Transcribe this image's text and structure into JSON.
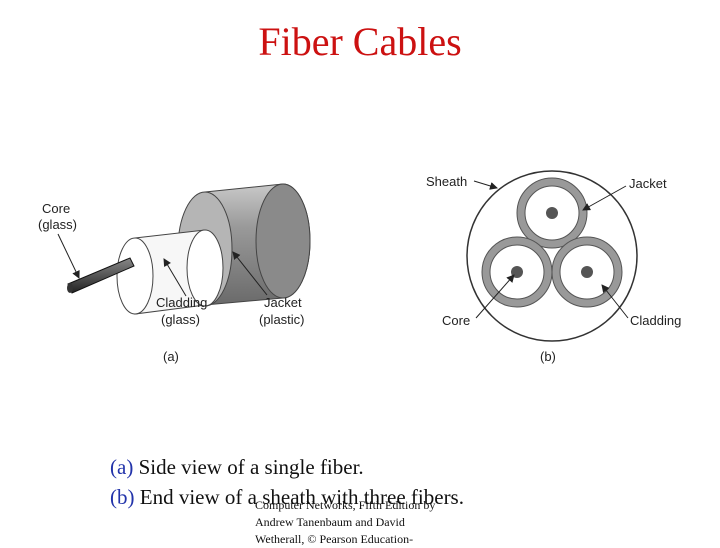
{
  "title": "Fiber Cables",
  "side_view": {
    "labels": {
      "core_line1": "Core",
      "core_line2": "(glass)",
      "cladding_line1": "Cladding",
      "cladding_line2": "(glass)",
      "jacket_line1": "Jacket",
      "jacket_line2": "(plastic)",
      "tag": "(a)"
    }
  },
  "end_view": {
    "labels": {
      "sheath": "Sheath",
      "jacket": "Jacket",
      "core": "Core",
      "cladding": "Cladding",
      "tag": "(b)"
    }
  },
  "caption": {
    "a_prefix": "(a)",
    "a_text": " Side view of a single fiber.",
    "b_prefix": "(b)",
    "b_text": " End view of a sheath with three fibers."
  },
  "footer": {
    "line1": "Computer Networks, Fifth Edition by",
    "line2": "Andrew Tanenbaum and David",
    "line3": "Wetherall, © Pearson Education-"
  }
}
